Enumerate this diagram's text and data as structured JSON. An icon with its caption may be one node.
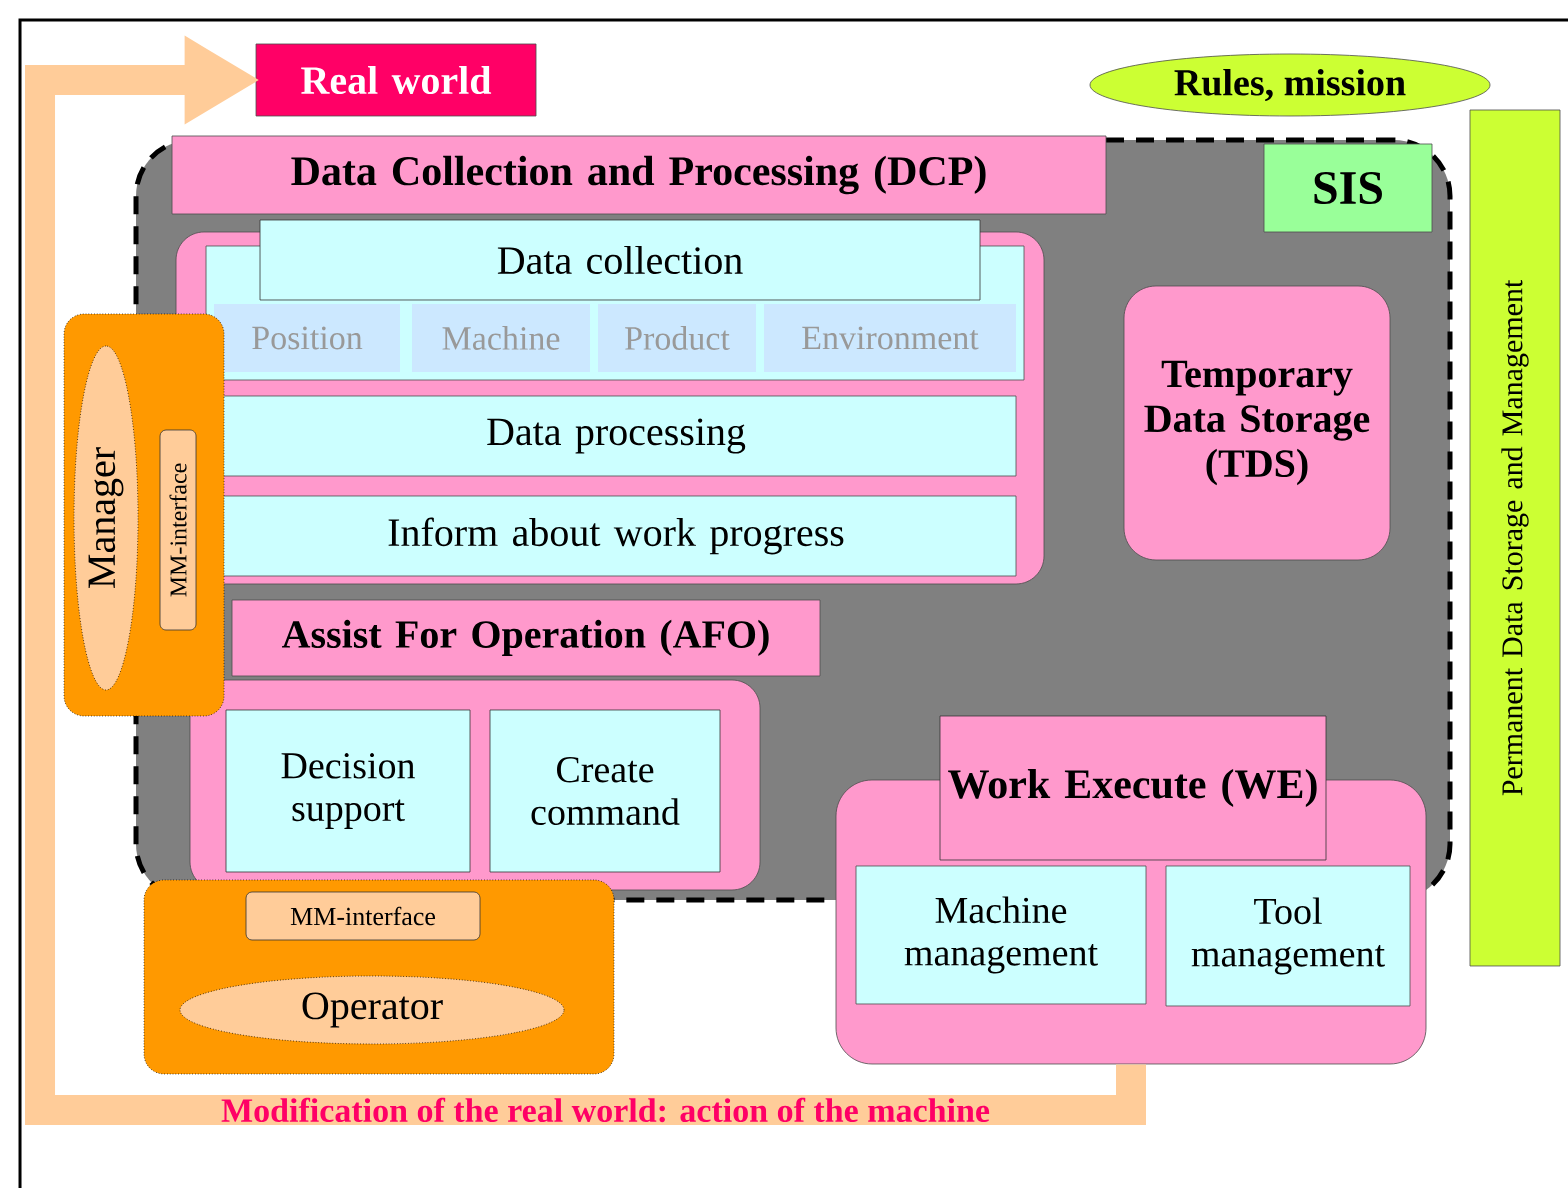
{
  "diagram": {
    "nodes": [
      {
        "text": [
          "Real world"
        ]
      },
      {
        "text": [
          "Rules, mission"
        ]
      },
      {
        "text": [
          "Permanent Data Storage and Management"
        ]
      },
      {
        "text": [
          "SIS"
        ]
      },
      {
        "text": [
          "Data Collection and Processing (DCP)"
        ],
        "in": 3
      },
      {
        "text": [
          "Data collection"
        ],
        "in": 4
      },
      {
        "text": [
          "Position"
        ],
        "in": 5
      },
      {
        "text": [
          "Machine"
        ],
        "in": 5
      },
      {
        "text": [
          "Product"
        ],
        "in": 5
      },
      {
        "text": [
          "Environment"
        ],
        "in": 5
      },
      {
        "text": [
          "Data processing"
        ],
        "in": 4
      },
      {
        "text": [
          "Inform about work progress"
        ],
        "in": 4
      },
      {
        "text": [
          "Temporary Data Storage (TDS)"
        ],
        "in": 3
      },
      {
        "text": [
          "Assist For Operation (AFO)"
        ],
        "in": 3
      },
      {
        "text": [
          "Decision support"
        ],
        "in": 13
      },
      {
        "text": [
          "Create command"
        ],
        "in": 13
      },
      {
        "text": [
          "Work Execute (WE)"
        ]
      },
      {
        "text": [
          "Machine management"
        ],
        "in": 16
      },
      {
        "text": [
          "Tool management"
        ],
        "in": 16
      },
      {
        "text": [],
        "shape": "box"
      },
      {
        "text": [
          "Manager"
        ],
        "in": 19
      },
      {
        "text": [
          "MM-interface"
        ]
      },
      {
        "text": [],
        "shape": "box"
      },
      {
        "text": [
          "MM-interface"
        ],
        "in": 22
      },
      {
        "text": [
          "Operator"
        ],
        "in": 22
      }
    ],
    "edges": [
      {
        "from": 16,
        "to": 0,
        "arrow": "to",
        "label": "Modification of the real world: action of the machine",
        "color": "#ffcc99"
      }
    ]
  }
}
